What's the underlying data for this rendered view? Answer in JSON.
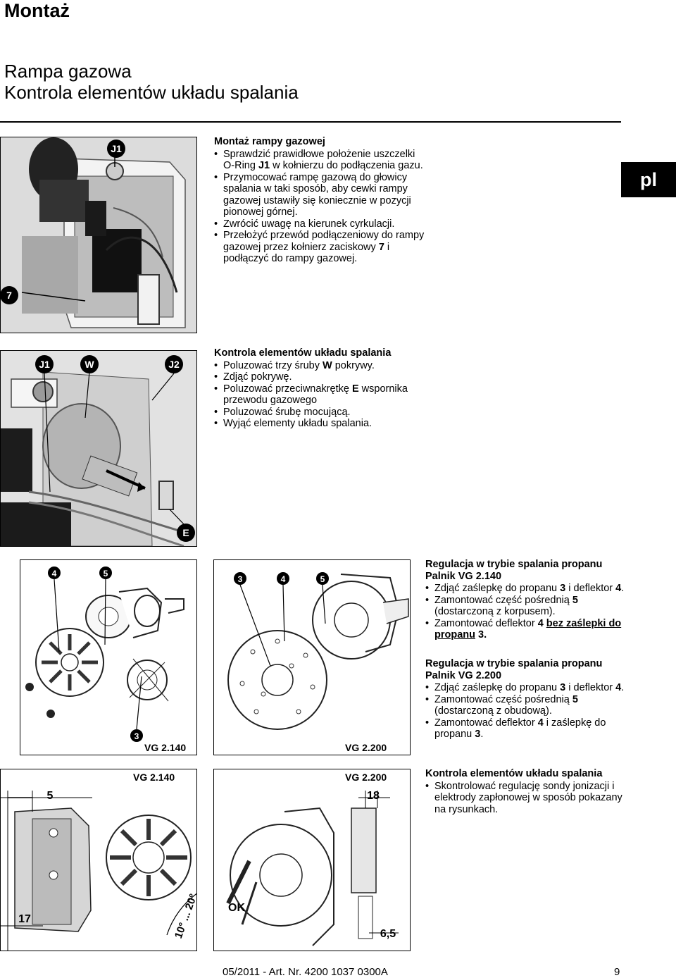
{
  "header": {
    "section": "Montaż"
  },
  "title": {
    "line1": "Rampa gazowa",
    "line2": "Kontrola elementów układu spalania"
  },
  "language_tab": "pl",
  "section1": {
    "heading": "Montaż rampy gazowej",
    "items": [
      [
        "Sprawdzić prawidłowe położenie uszczelki O-Ring ",
        "J1",
        " w kołnierzu do podłączenia gazu."
      ],
      [
        "Przymocować rampę gazową do głowicy spalania w taki sposób, aby cewki rampy gazowej ustawiły się koniecznie w pozycji pionowej górnej.",
        "",
        ""
      ],
      [
        "Zwrócić uwagę na kierunek cyrkulacji.",
        "",
        ""
      ],
      [
        "Przełożyć przewód podłączeniowy do rampy gazowej przez kołnierz zaciskowy ",
        "7",
        " i podłączyć do rampy gazowej."
      ]
    ],
    "figure_labels": {
      "j1": "J1",
      "seven": "7"
    }
  },
  "section2": {
    "heading": "Kontrola elementów układu spalania",
    "items": [
      [
        "Poluzować trzy śruby ",
        "W",
        " pokrywy."
      ],
      [
        "Zdjąć pokrywę.",
        "",
        ""
      ],
      [
        "Poluzować przeciwnakrętkę ",
        "E",
        " wspornika przewodu gazowego"
      ],
      [
        "Poluzować śrubę mocującą.",
        "",
        ""
      ],
      [
        "Wyjąć elementy układu spalania.",
        "",
        ""
      ]
    ],
    "figure_labels": {
      "j1": "J1",
      "w": "W",
      "j2": "J2",
      "e": "E"
    }
  },
  "section3": {
    "heading_line1": "Regulacja w trybie spalania propanu",
    "heading_line2": "Palnik VG 2.140",
    "items": [
      [
        "Zdjąć zaślepkę do propanu ",
        "3",
        " i deflektor ",
        "4",
        "."
      ],
      [
        "Zamontować część pośrednią ",
        "5",
        " (dostarczoną z korpusem).",
        "",
        ""
      ],
      [
        "Zamontować deflektor ",
        "4",
        " ",
        "bez zaślepki do propanu",
        " 3."
      ]
    ]
  },
  "section4": {
    "heading_line1": "Regulacja w trybie spalania propanu",
    "heading_line2": "Palnik VG 2.200",
    "items": [
      [
        "Zdjąć zaślepkę do propanu ",
        "3",
        " i deflektor ",
        "4",
        "."
      ],
      [
        "Zamontować część pośrednią ",
        "5",
        " (dostarczoną z obudową).",
        "",
        ""
      ],
      [
        "Zamontować deflektor ",
        "4",
        " i zaślepkę do propanu ",
        "3",
        "."
      ]
    ]
  },
  "section5": {
    "heading": "Kontrola elementów układu spalania",
    "items": [
      [
        "Skontrolować regulację sondy jonizacji i elektrody zapłonowej w sposób pokazany na rysunkach."
      ]
    ]
  },
  "figures": {
    "fig3": {
      "n4": "4",
      "n5": "5",
      "n3": "3",
      "caption": "VG 2.140"
    },
    "fig4": {
      "n3": "3",
      "n4": "4",
      "n5": "5",
      "caption": "VG 2.200"
    },
    "fig5": {
      "caption": "VG 2.140",
      "dim5": "5",
      "dim17": "17",
      "angle": "10° ... 20°"
    },
    "fig6": {
      "caption": "VG 2.200",
      "dim18": "18",
      "dim65": "6,5",
      "ok": "OK"
    }
  },
  "footer": {
    "article": "05/2011 - Art. Nr. 4200 1037 0300A",
    "page": "9"
  }
}
